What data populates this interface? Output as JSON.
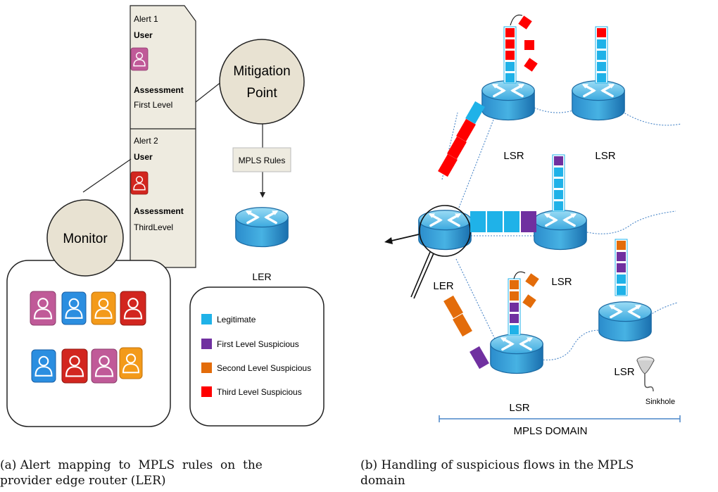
{
  "left_panel": {
    "alert1": {
      "title": "Alert 1",
      "user_label": "User",
      "assessment_label": "Assessment",
      "assessment_value": "First Level"
    },
    "alert2": {
      "title": "Alert 2",
      "user_label": "User",
      "assessment_label": "Assessment",
      "assessment_value": "ThirdLevel"
    },
    "mitigation_point": {
      "line1": "Mitigation",
      "line2": "Point"
    },
    "mpls_rules": "MPLS Rules",
    "monitor": "Monitor",
    "ler": "LER",
    "legend": [
      {
        "label": "Legitimate",
        "color": "#1fb2e8"
      },
      {
        "label": "First Level Suspicious",
        "color": "#7030a0"
      },
      {
        "label": "Second Level Suspicious",
        "color": "#e36c0a"
      },
      {
        "label": "Third Level Suspicious",
        "color": "#ff0000"
      }
    ],
    "user_icon_colors": {
      "pink": "#c05a98",
      "blue": "#2b8ee0",
      "orange": "#f39a1a",
      "red": "#d2261f"
    }
  },
  "right_panel": {
    "routers": [
      "LSR",
      "LSR",
      "LSR",
      "LER",
      "LSR",
      "LSR"
    ],
    "sinkhole": "Sinkhole",
    "domain": "MPLS DOMAIN"
  },
  "captions": {
    "a_line1": "(a) Alert  mapping  to  MPLS  rules  on  the",
    "a_line2": "provider edge router (LER)",
    "b_line1": "(b) Handling of suspicious flows in the MPLS",
    "b_line2": "domain"
  },
  "colors": {
    "legitimate": "#1fb2e8",
    "first": "#7030a0",
    "second": "#e36c0a",
    "third": "#ff0000",
    "router_top": "#64c4ea",
    "router_body": "#1d7ebd",
    "circle_fill": "#e8e2d2",
    "alert_fill": "#eeebe0"
  }
}
